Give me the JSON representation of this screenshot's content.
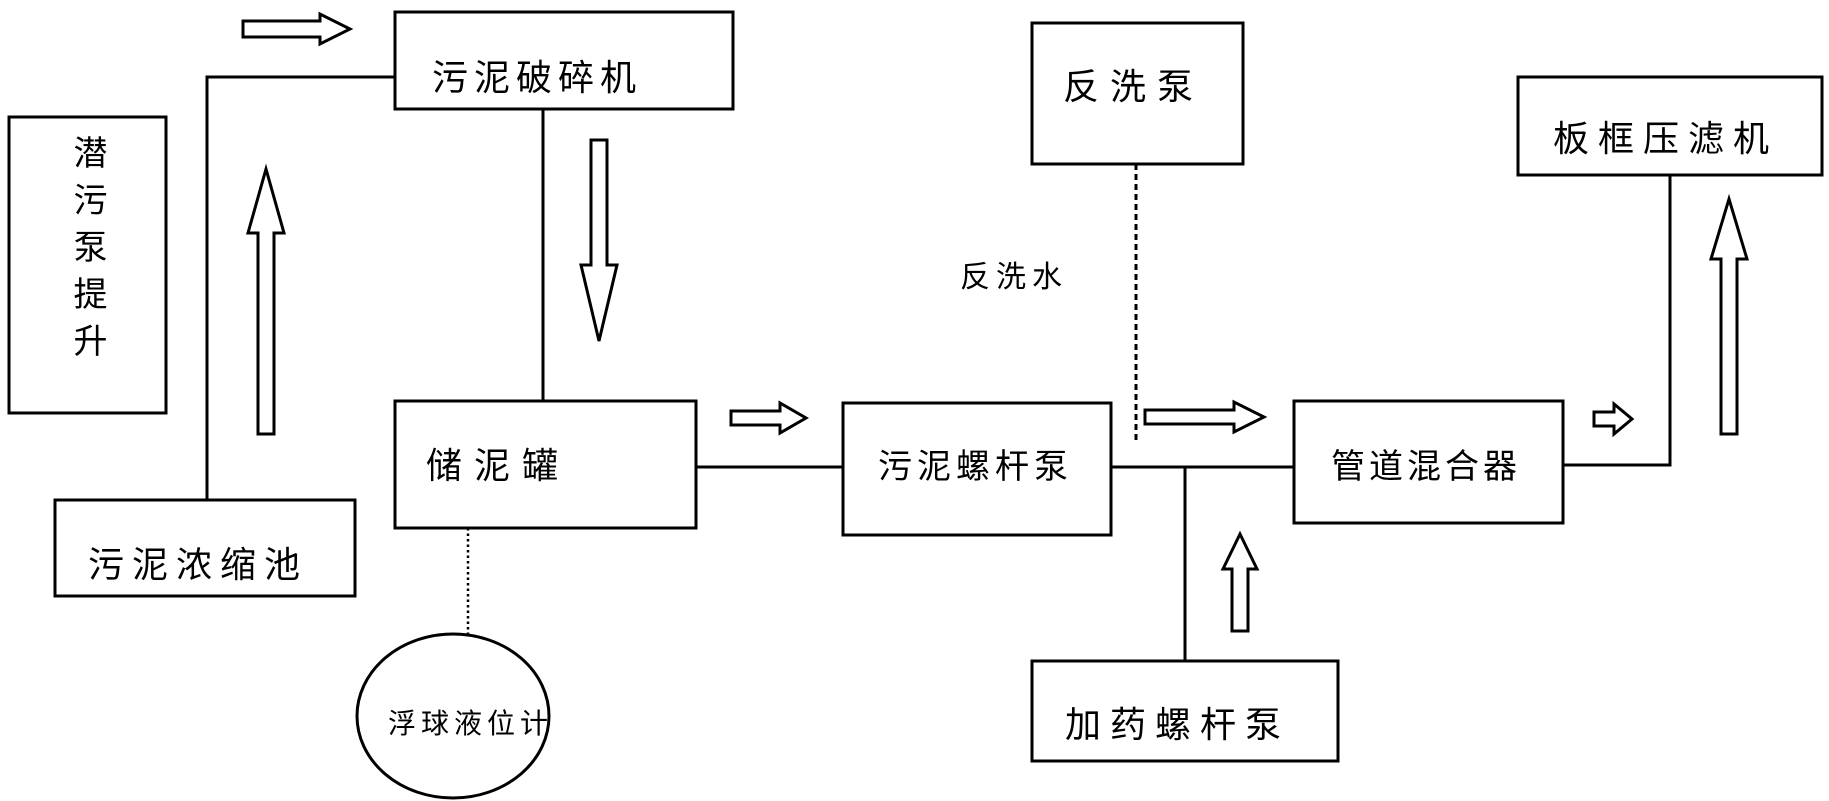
{
  "nodes": {
    "submersible_pump": "潜污泵提升",
    "thickener": "污泥浓缩池",
    "crusher": "污泥破碎机",
    "storage_tank": "储泥罐",
    "float_gauge": "浮球液位计",
    "screw_pump": "污泥螺杆泵",
    "backwash_pump": "反洗泵",
    "dosing_pump": "加药螺杆泵",
    "pipe_mixer": "管道混合器",
    "filter_press": "板框压滤机"
  },
  "labels": {
    "backwash_water": "反洗水"
  },
  "colors": {
    "stroke": "#000000",
    "background": "#ffffff"
  }
}
